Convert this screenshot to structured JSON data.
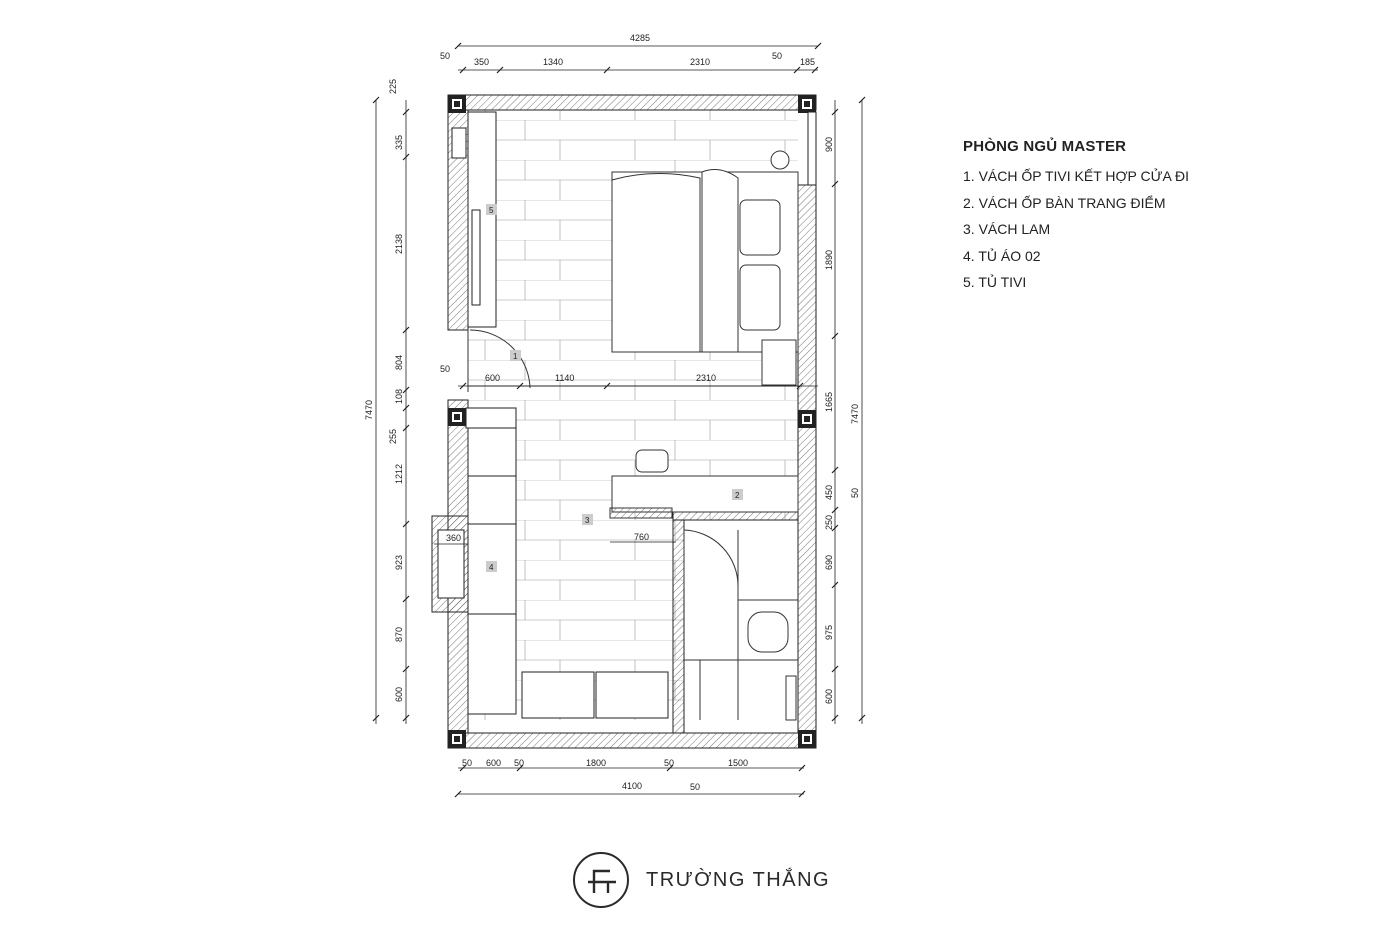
{
  "legend": {
    "title": "PHÒNG NGỦ MASTER",
    "items": [
      "1. VÁCH ỐP TIVI KẾT HỢP CỬA ĐI",
      "2. VÁCH ỐP BÀN TRANG ĐIỂM",
      "3. VÁCH LAM",
      "4. TỦ ÁO 02",
      "5. TỦ TIVI"
    ]
  },
  "brand": {
    "name": "TRƯỜNG THẮNG"
  },
  "dimensions": {
    "top_total": "4285",
    "top_segments": [
      "50",
      "350",
      "1340",
      "2310",
      "50",
      "185"
    ],
    "mid_segments": [
      "50",
      "600",
      "1140",
      "2310"
    ],
    "bath_width": "760",
    "wardrobe_depth": "360",
    "bottom_segments": [
      "50",
      "600",
      "50",
      "1800",
      "50",
      "1500"
    ],
    "bottom_total": "4100",
    "bottom_extra": "50",
    "left_total": "7470",
    "left_segments": [
      "225",
      "335",
      "2138",
      "804",
      "108",
      "255",
      "1212",
      "923",
      "870",
      "600"
    ],
    "right_total": "7470",
    "right_segments": [
      "900",
      "1890",
      "1665",
      "450",
      "250",
      "690",
      "975",
      "600"
    ],
    "right_extra": "50"
  },
  "tags": [
    "1",
    "2",
    "3",
    "4",
    "5"
  ]
}
